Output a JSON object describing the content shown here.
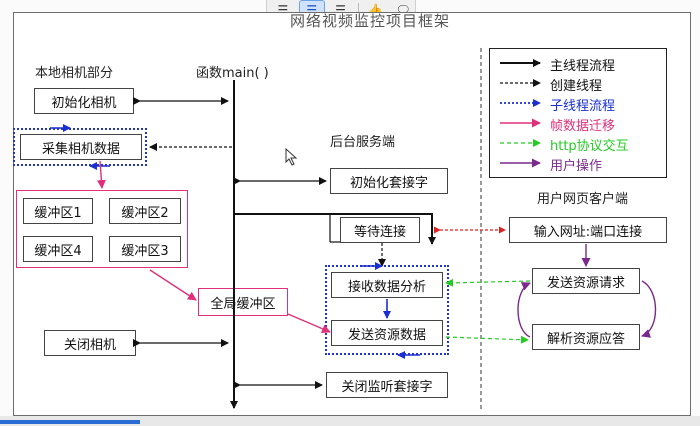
{
  "toolbar": {
    "icons": [
      "align-left-icon",
      "align-center-icon",
      "align-right-icon",
      "thumbs-up-icon",
      "comment-icon"
    ],
    "active_icon": "align-center-icon",
    "glyphs": [
      "☰",
      "☰",
      "☰",
      "👍",
      "🗨"
    ]
  },
  "diagram": {
    "title": "网络视频监控项目框架",
    "left_section_label": "本地相机部分",
    "main_label": "函数main( )",
    "server_label": "后台服务端",
    "client_label": "用户网页客户端",
    "boxes": {
      "init_camera": "初始化相机",
      "capture_data": "采集相机数据",
      "buffer1": "缓冲区1",
      "buffer2": "缓冲区2",
      "buffer4": "缓冲区4",
      "buffer3": "缓冲区3",
      "global_buffer": "全局缓冲区",
      "close_camera": "关闭相机",
      "init_socket": "初始化套接字",
      "wait_connect": "等待连接",
      "recv_analyze": "接收数据分析",
      "send_resource": "发送资源数据",
      "close_socket": "关闭监听套接字",
      "input_url": "输入网址:端口连接",
      "send_request": "发送资源请求",
      "parse_response": "解析资源应答"
    }
  },
  "legend": {
    "items": [
      {
        "label": "主线程流程",
        "color": "#111111",
        "style": "solid"
      },
      {
        "label": "创建线程",
        "color": "#111111",
        "style": "dashed"
      },
      {
        "label": "子线程流程",
        "color": "#1a2fd0",
        "style": "dotted"
      },
      {
        "label": "帧数据迁移",
        "color": "#e0307a",
        "style": "solid"
      },
      {
        "label": "http协议交互",
        "color": "#22cc22",
        "style": "dashed"
      },
      {
        "label": "用户操作",
        "color": "#7a2a8a",
        "style": "solid"
      }
    ]
  },
  "colors": {
    "main": "#111111",
    "thread": "#1a2fd0",
    "frame": "#e0307a",
    "http": "#22cc22",
    "user": "#7a2a8a",
    "redlink": "#dd2222"
  }
}
